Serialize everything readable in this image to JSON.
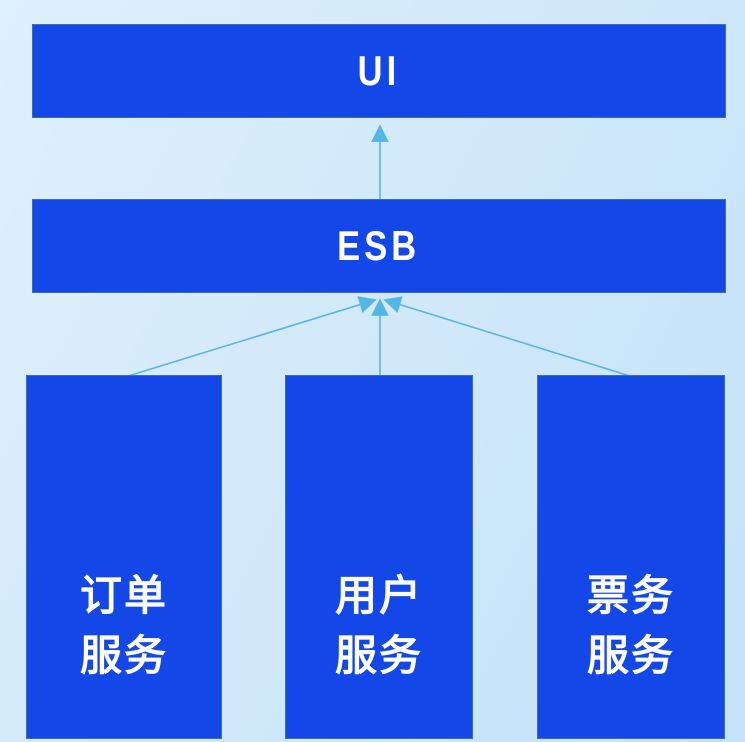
{
  "diagram": {
    "type": "architecture-diagram",
    "colors": {
      "background_light": "#e0f0fc",
      "background_deep": "#c4e2f9",
      "node_fill": "#1347e8",
      "node_border": "#3f6cb0",
      "node_text": "#ffffff",
      "arrow": "#55b6e6"
    },
    "nodes": {
      "ui": {
        "id": "ui",
        "label": "UI"
      },
      "esb": {
        "id": "esb",
        "label": "ESB"
      },
      "services": [
        {
          "id": "order-service",
          "label": "订单服务",
          "lines": [
            "订单",
            "服务"
          ]
        },
        {
          "id": "user-service",
          "label": "用户服务",
          "lines": [
            "用户",
            "服务"
          ]
        },
        {
          "id": "ticket-service",
          "label": "票务服务",
          "lines": [
            "票务",
            "服务"
          ]
        }
      ]
    },
    "edges": [
      {
        "from": "esb",
        "to": "ui",
        "direction": "up"
      },
      {
        "from": "order-service",
        "to": "esb",
        "direction": "up"
      },
      {
        "from": "user-service",
        "to": "esb",
        "direction": "up"
      },
      {
        "from": "ticket-service",
        "to": "esb",
        "direction": "up"
      }
    ]
  }
}
